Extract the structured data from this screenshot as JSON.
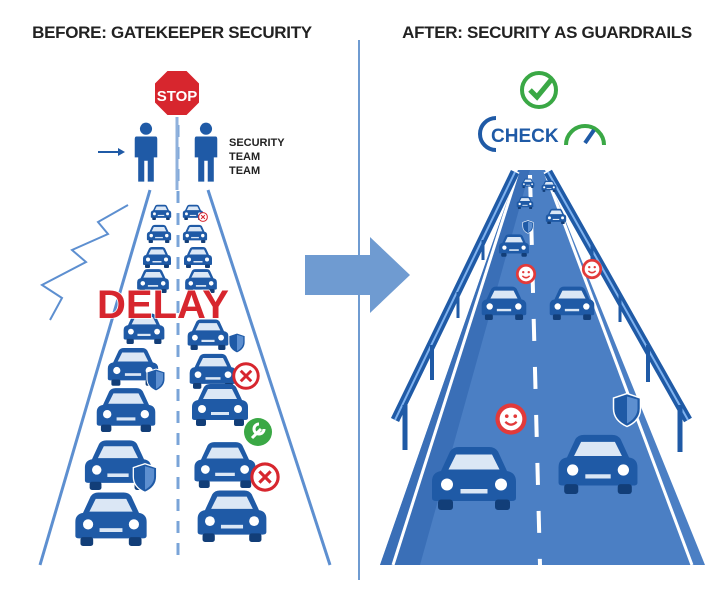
{
  "before": {
    "title": "BEFORE: GATEKEEPER SECURITY",
    "stop_sign": "STOP",
    "team_label": [
      "SECURITY",
      "TEAM",
      "TEAM"
    ],
    "delay_label": "DELAY"
  },
  "after": {
    "title": "AFTER: SECURITY AS GUARDRAILS",
    "check_label": "CHECK"
  },
  "colors": {
    "blue": "#1f5aa6",
    "road_blue": "#4b7fc4",
    "red": "#d7262e",
    "green": "#3aa845"
  }
}
